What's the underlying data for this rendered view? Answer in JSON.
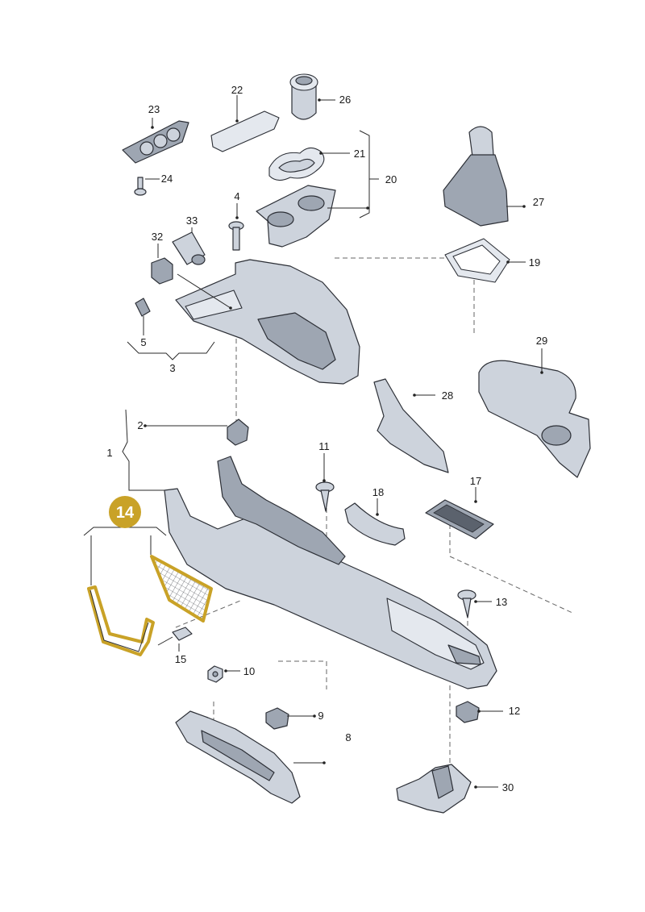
{
  "diagram": {
    "highlight_color": "#c9a227",
    "part_fill": "#cdd3dc",
    "highlighted_part": "14",
    "callouts": [
      "1",
      "2",
      "3",
      "4",
      "5",
      "8",
      "9",
      "10",
      "11",
      "12",
      "13",
      "15",
      "17",
      "18",
      "19",
      "20",
      "21",
      "22",
      "23",
      "24",
      "26",
      "27",
      "28",
      "29",
      "30",
      "32",
      "33"
    ]
  }
}
